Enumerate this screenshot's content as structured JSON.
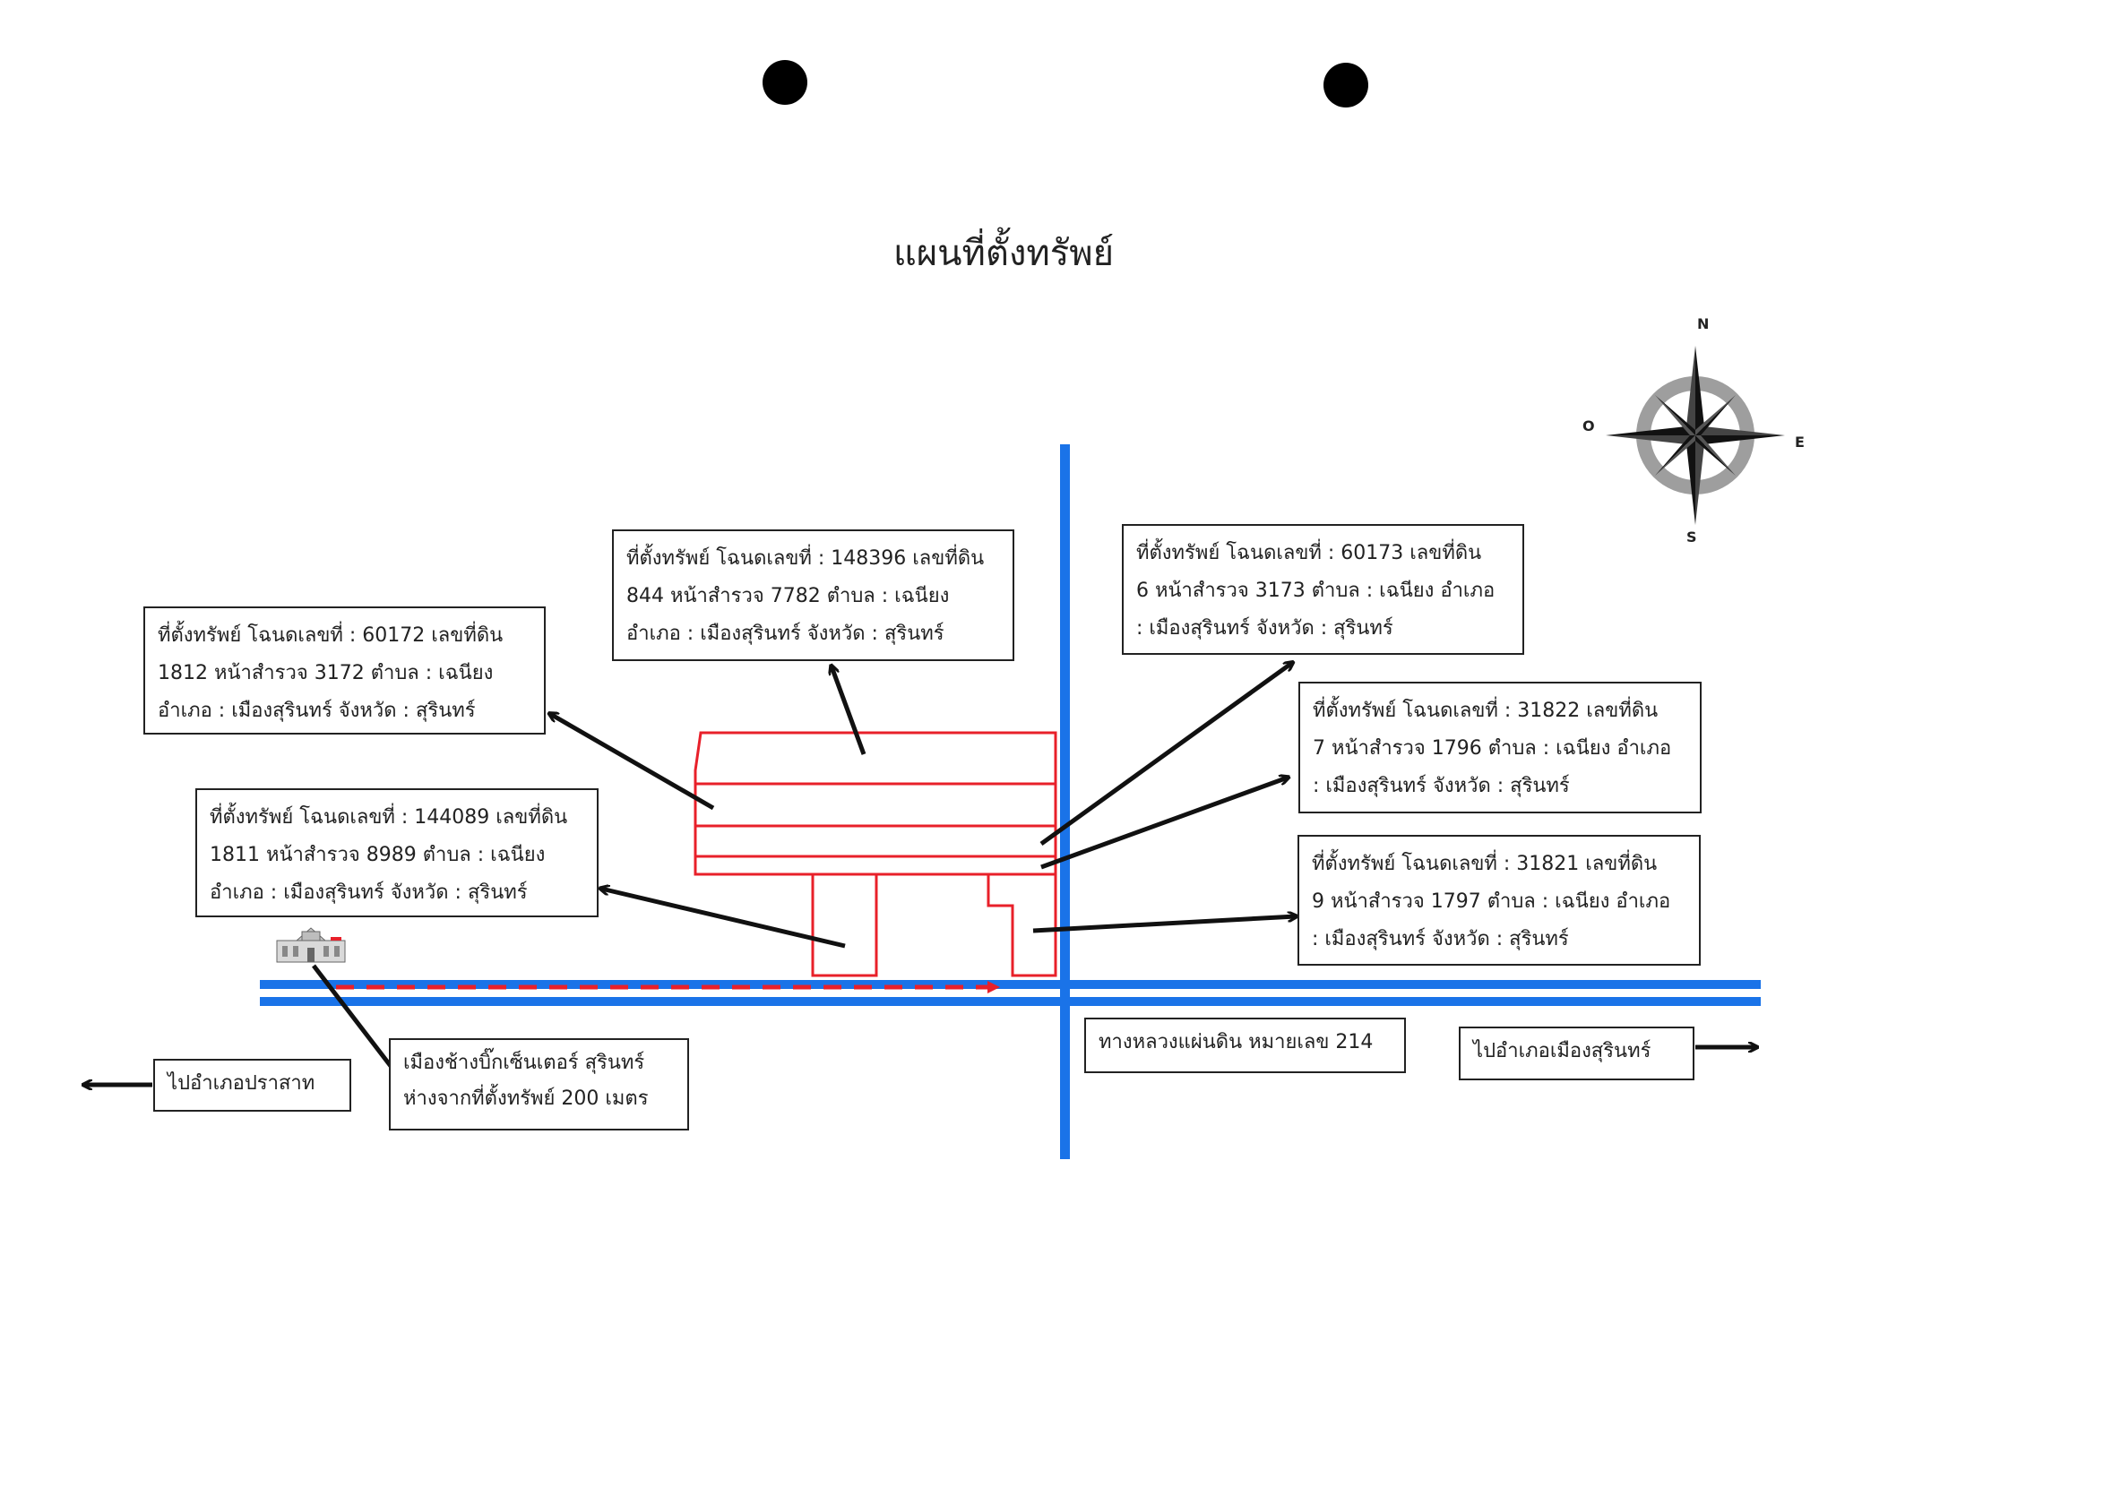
{
  "title": "แผนที่ตั้งทรัพย์",
  "compass": {
    "n": "N",
    "s": "S",
    "e": "E",
    "w": "O"
  },
  "parcels": [
    {
      "lines": [
        "ที่ตั้งทรัพย์ โฉนดเลขที่ :  148396  เลขที่ดิน",
        "844 หน้าสำรวจ 7782   ตำบล : เฉนียง",
        "อำเภอ : เมืองสุรินทร์   จังหวัด : สุรินทร์"
      ]
    },
    {
      "lines": [
        "ที่ตั้งทรัพย์ โฉนดเลขที่ :  60172  เลขที่ดิน",
        "1812 หน้าสำรวจ 3172   ตำบล : เฉนียง",
        "อำเภอ : เมืองสุรินทร์   จังหวัด : สุรินทร์"
      ]
    },
    {
      "lines": [
        "ที่ตั้งทรัพย์ โฉนดเลขที่ :  144089  เลขที่ดิน",
        "1811 หน้าสำรวจ 8989   ตำบล : เฉนียง",
        "อำเภอ : เมืองสุรินทร์   จังหวัด : สุรินทร์"
      ]
    },
    {
      "lines": [
        "ที่ตั้งทรัพย์ โฉนดเลขที่ :  60173  เลขที่ดิน",
        "6 หน้าสำรวจ 3173   ตำบล : เฉนียง อำเภอ",
        ": เมืองสุรินทร์   จังหวัด : สุรินทร์"
      ]
    },
    {
      "lines": [
        "ที่ตั้งทรัพย์ โฉนดเลขที่ :  31822  เลขที่ดิน",
        "7 หน้าสำรวจ 1796   ตำบล : เฉนียง อำเภอ",
        ": เมืองสุรินทร์   จังหวัด : สุรินทร์"
      ]
    },
    {
      "lines": [
        "ที่ตั้งทรัพย์ โฉนดเลขที่ :  31821  เลขที่ดิน",
        "9 หน้าสำรวจ 1797   ตำบล : เฉนียง อำเภอ",
        ": เมืองสุรินทร์   จังหวัด : สุรินทร์"
      ]
    }
  ],
  "landmark": {
    "lines": [
      "เมืองช้างบิ๊กเซ็นเตอร์ สุรินทร์",
      "ห่างจากที่ตั้งทรัพย์ 200 เมตร"
    ]
  },
  "road_label": "ทางหลวงแผ่นดิน หมายเลข 214",
  "to_west": "ไปอำเภอปราสาท",
  "to_east": "ไปอำเภอเมืองสุรินทร์",
  "colors": {
    "road": "#1a73e8",
    "parcel": "#e8202a",
    "arrow": "#111111",
    "route": "#e8202a"
  }
}
